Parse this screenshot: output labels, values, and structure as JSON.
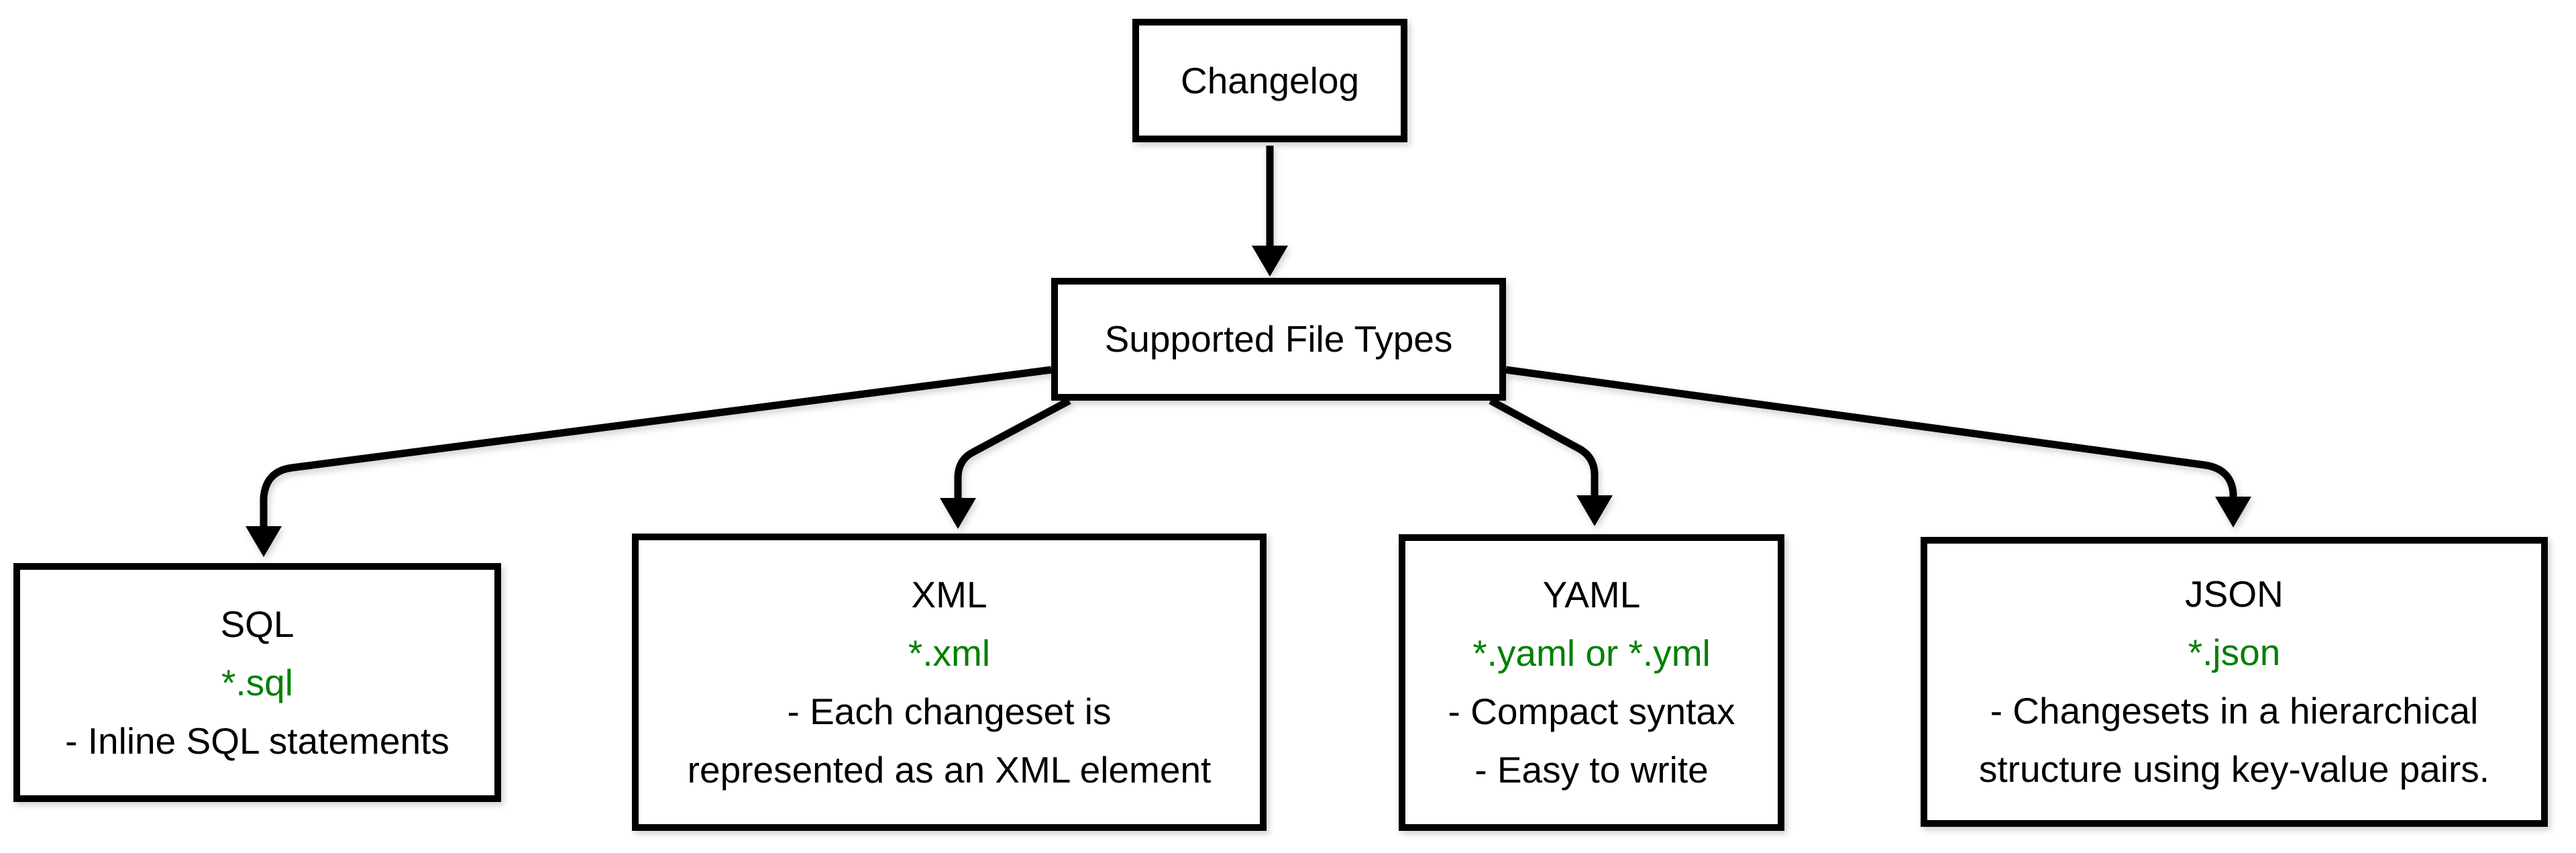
{
  "colors": {
    "background": "#ffffff",
    "ink": "#000000",
    "file_pattern_green": "#008000"
  },
  "nodes": {
    "changelog": {
      "label": "Changelog"
    },
    "supported_file_types": {
      "label": "Supported File Types"
    },
    "sql": {
      "title": "SQL",
      "pattern": "*.sql",
      "lines": [
        "- Inline SQL statements"
      ]
    },
    "xml": {
      "title": "XML",
      "pattern": "*.xml",
      "lines": [
        "- Each changeset is",
        "represented as an XML element"
      ]
    },
    "yaml": {
      "title": "YAML",
      "pattern": "*.yaml or *.yml",
      "lines": [
        "- Compact syntax",
        "- Easy to write"
      ]
    },
    "json": {
      "title": "JSON",
      "pattern": "*.json",
      "lines": [
        "- Changesets in a hierarchical",
        "structure using key-value pairs."
      ]
    }
  },
  "edges": [
    {
      "from": "Changelog",
      "to": "Supported File Types"
    },
    {
      "from": "Supported File Types",
      "to": "SQL"
    },
    {
      "from": "Supported File Types",
      "to": "XML"
    },
    {
      "from": "Supported File Types",
      "to": "YAML"
    },
    {
      "from": "Supported File Types",
      "to": "JSON"
    }
  ]
}
